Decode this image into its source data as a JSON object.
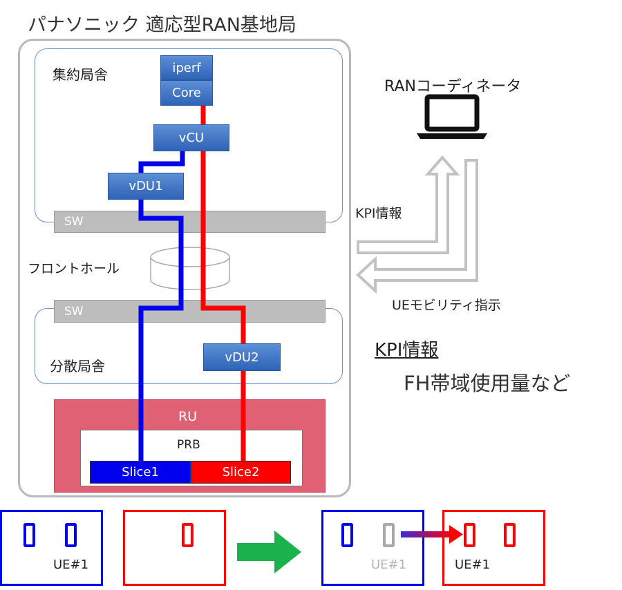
{
  "title": "パナソニック 適応型RAN基地局",
  "central_station": {
    "label": "集約局舎",
    "iperf": "iperf",
    "core": "Core",
    "vcu": "vCU",
    "vdu1": "vDU1"
  },
  "sw_top": "SW",
  "fronthaul": "フロントホール",
  "sw_bottom": "SW",
  "distributed_station": {
    "label": "分散局舎",
    "vdu2": "vDU2"
  },
  "ru": {
    "label": "RU",
    "prb": "PRB",
    "slice1": "Slice1",
    "slice2": "Slice2"
  },
  "coordinator": {
    "label": "RANコーディネータ",
    "kpi_arrow_label": "KPI情報",
    "ue_mobility_label": "UEモビリティ指示"
  },
  "kpi_note": {
    "heading": "KPI情報",
    "body": "FH帯域使用量など"
  },
  "ue": {
    "left_label": "UE#1",
    "right_ghost_label": "UE#1",
    "right_label": "UE#1"
  },
  "colors": {
    "slice1": "#0000ee",
    "slice2": "#ff0000",
    "ru": "#e06173",
    "block": "#3a6fc2",
    "transition_arrow": "#19b24b"
  }
}
